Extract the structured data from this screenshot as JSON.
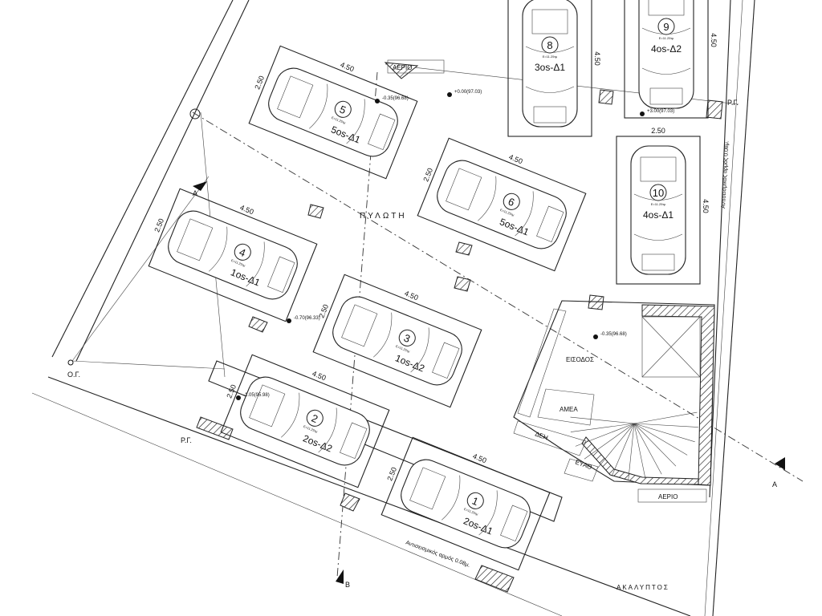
{
  "title": "ΠΥΛΩΤΗ",
  "spaces": [
    {
      "number": "1",
      "owner": "2os-Δ1",
      "area": "E=11.25τμ"
    },
    {
      "number": "2",
      "owner": "2os-Δ2",
      "area": "E=11.25τμ"
    },
    {
      "number": "3",
      "owner": "1os-Δ2",
      "area": "E=11.25τμ"
    },
    {
      "number": "4",
      "owner": "1os-Δ1",
      "area": "E=11.25τμ"
    },
    {
      "number": "5",
      "owner": "5os-Δ1",
      "area": "E=11.25τμ"
    },
    {
      "number": "6",
      "owner": "5os-Δ1",
      "area": "E=11.25τμ"
    },
    {
      "number": "8",
      "owner": "3os-Δ1",
      "area": "E=11.25τμ"
    },
    {
      "number": "9",
      "owner": "4os-Δ2",
      "area": "E=11.25τμ"
    },
    {
      "number": "10",
      "owner": "4os-Δ1",
      "area": "E=11.25τμ"
    }
  ],
  "dimensions": {
    "length": "4.50",
    "width": "2.50"
  },
  "rooms": {
    "entrance": "ΕΙΣΟΔΟΣ",
    "disabled": "ΑΜΕΑ",
    "power": "ΔΕΗ",
    "evath": "ΕΥΑΘ",
    "gas_top": "ΑΕΡΙΟ",
    "gas_bottom": "ΑΕΡΙΟ",
    "open_space": "ΑΚΑΛΥΠΤΟΣ"
  },
  "levels": [
    "+0.00(97.03)",
    "-0.35(96.68)",
    "+3.00(97.03)",
    "-0.70(96.33)",
    "-1.05(95.98)",
    "-0.35(96.68)"
  ],
  "markers": {
    "og": "Ο.Γ.",
    "rg": "Ρ.Γ.",
    "rg_right": "Ρ.Γ.",
    "section_a_left": "Α",
    "section_a_right": "Α",
    "section_b": "Β"
  },
  "joints": {
    "bottom": "Αντισεισμικός αρμός 0.08μ.",
    "right": "Αντισεισμικός αρμός 0.08μ."
  }
}
